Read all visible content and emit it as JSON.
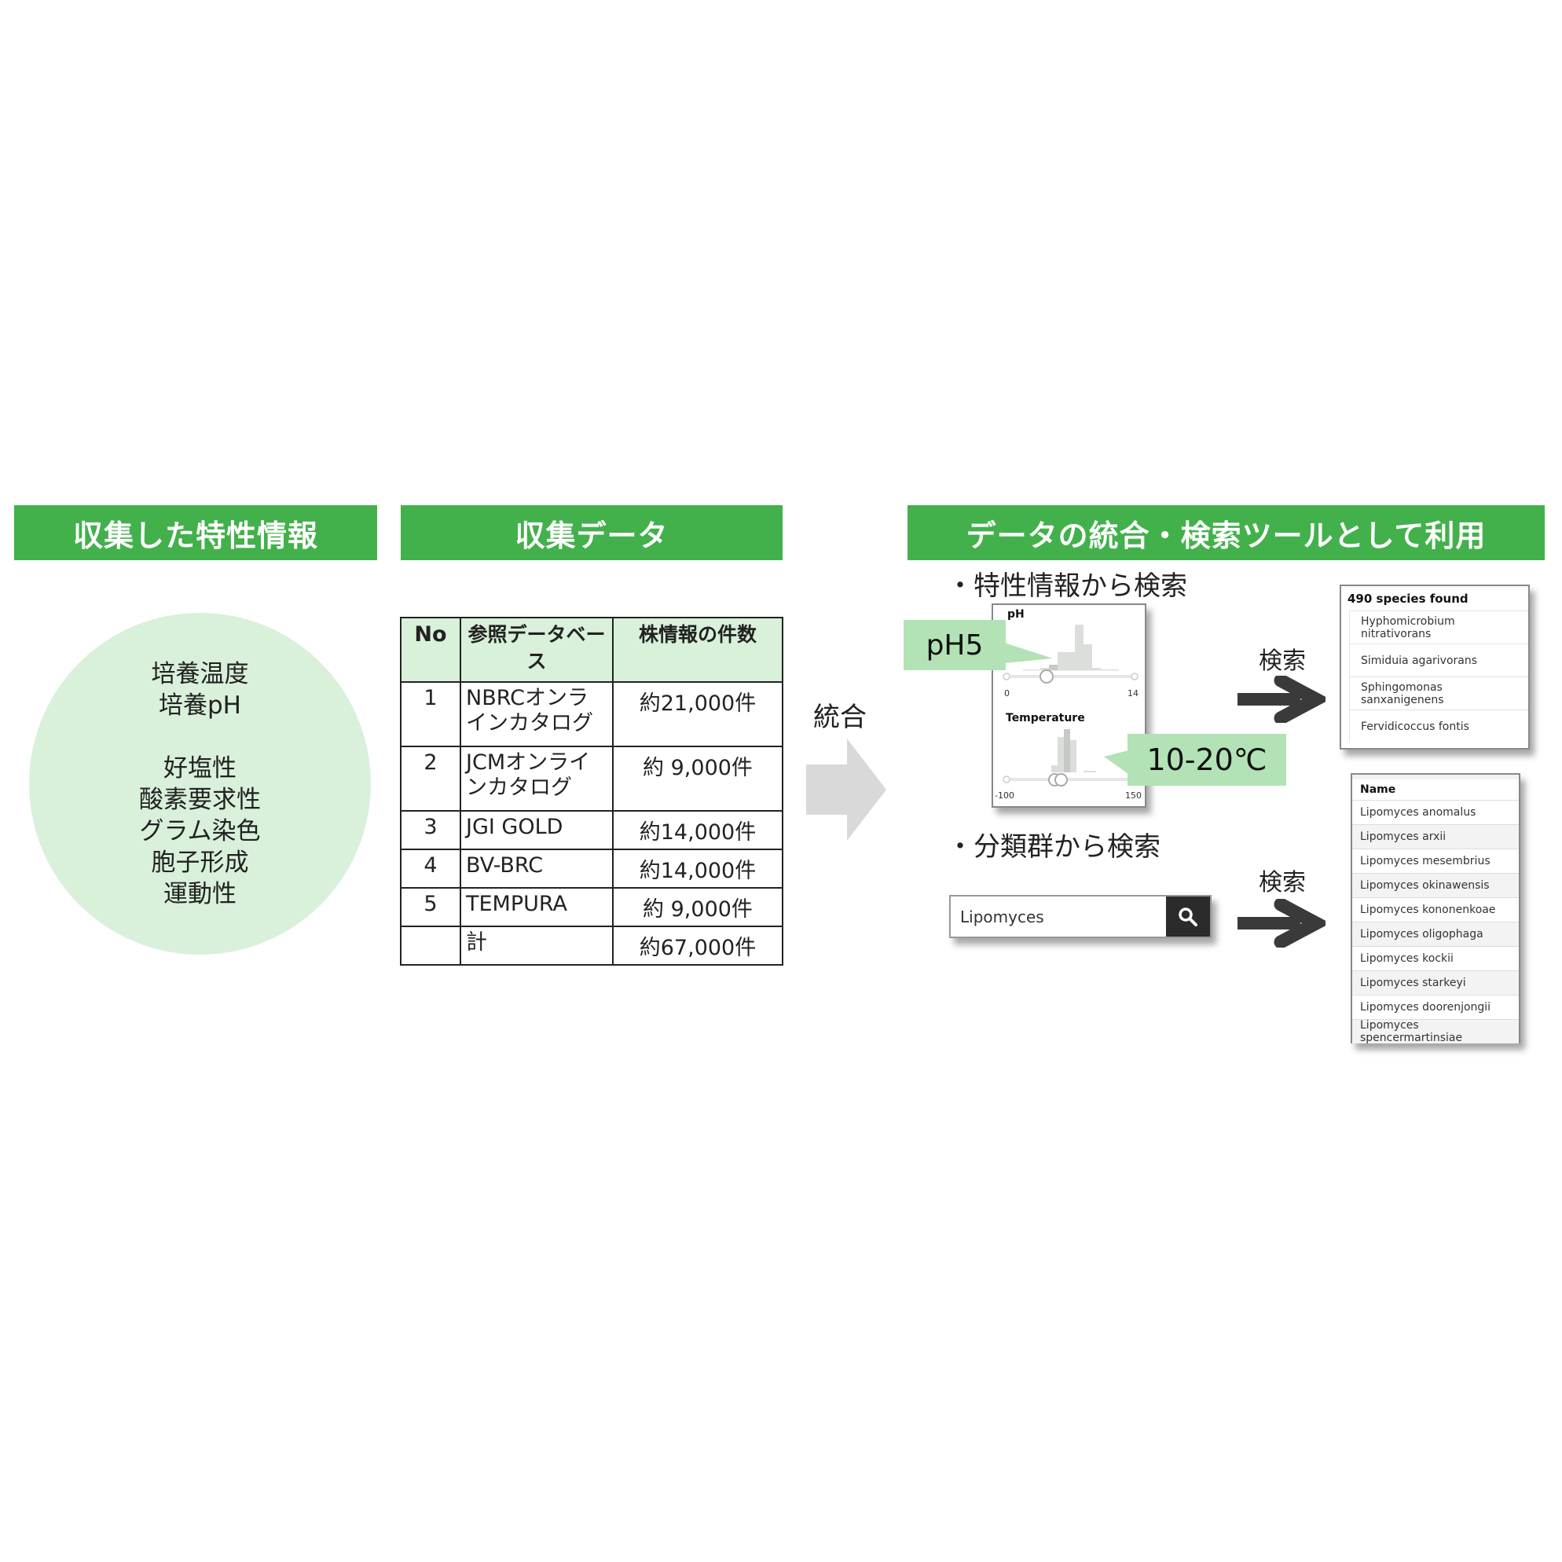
{
  "headers": {
    "collected_properties": "収集した特性情報",
    "collected_data": "収集データ",
    "integration_tool": "データの統合・検索ツールとして利用"
  },
  "properties": {
    "group1": [
      "培養温度",
      "培養pH"
    ],
    "group2": [
      "好塩性",
      "酸素要求性",
      "グラム染色",
      "胞子形成",
      "運動性"
    ]
  },
  "table": {
    "columns": [
      "No",
      "参照データベース",
      "株情報の件数"
    ],
    "rows": [
      {
        "no": "1",
        "name": "NBRCオンラインカタログ",
        "count": "約21,000件"
      },
      {
        "no": "2",
        "name": "JCMオンラインカタログ",
        "count": "約 9,000件"
      },
      {
        "no": "3",
        "name": "JGI GOLD",
        "count": "約14,000件"
      },
      {
        "no": "4",
        "name": "BV-BRC",
        "count": "約14,000件"
      },
      {
        "no": "5",
        "name": "TEMPURA",
        "count": "約 9,000件"
      },
      {
        "no": "",
        "name": "計",
        "count": "約67,000件"
      }
    ]
  },
  "integration_label": "統合",
  "search_by_property": {
    "title": "・特性情報から検索",
    "ph": {
      "label": "pH",
      "min": "0",
      "max": "14",
      "callout": "pH5"
    },
    "temperature": {
      "label": "Temperature",
      "min": "-100",
      "max": "150",
      "callout": "10-20℃"
    },
    "arrow_label": "検索",
    "results": {
      "header": "490 species found",
      "items": [
        "Hyphomicrobium nitrativorans",
        "Simiduia agarivorans",
        "Sphingomonas sanxanigenens",
        "Fervidicoccus fontis"
      ]
    }
  },
  "search_by_taxon": {
    "title": "・分類群から検索",
    "input_value": "Lipomyces",
    "search_icon": "magnifier-icon",
    "arrow_label": "検索",
    "results": {
      "header": "Name",
      "items": [
        "Lipomyces anomalus",
        "Lipomyces arxii",
        "Lipomyces mesembrius",
        "Lipomyces okinawensis",
        "Lipomyces kononenkoae",
        "Lipomyces oligophaga",
        "Lipomyces kockii",
        "Lipomyces starkeyi",
        "Lipomyces doorenjongii",
        "Lipomyces spencermartinsiae"
      ]
    }
  },
  "colors": {
    "header_green": "#42b14b",
    "light_green": "#d9f0da",
    "callout_green": "#b2e2b5",
    "arrow_dark": "#3a3a3a",
    "arrow_gray": "#d9d9d9"
  }
}
